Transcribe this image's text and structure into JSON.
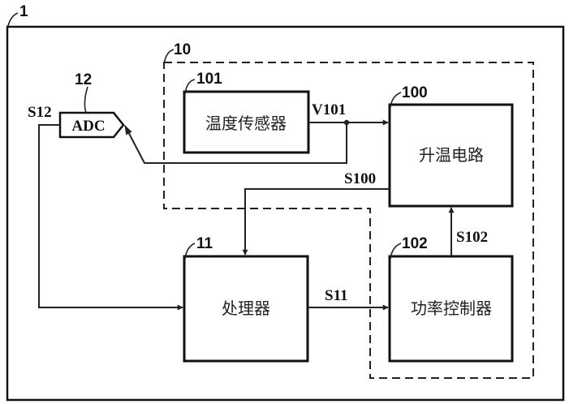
{
  "diagram": {
    "labels": {
      "device": "1",
      "module": "10",
      "adc_ref": "12",
      "heater_ref": "100",
      "sensor_ref": "101",
      "controller_ref": "102",
      "processor_ref": "11"
    },
    "blocks": {
      "adc": "ADC",
      "sensor": "温度传感器",
      "heater": "升温电路",
      "processor": "处理器",
      "controller": "功率控制器"
    },
    "signals": {
      "s12": "S12",
      "v101": "V101",
      "s100": "S100",
      "s11": "S11",
      "s102": "S102"
    }
  }
}
